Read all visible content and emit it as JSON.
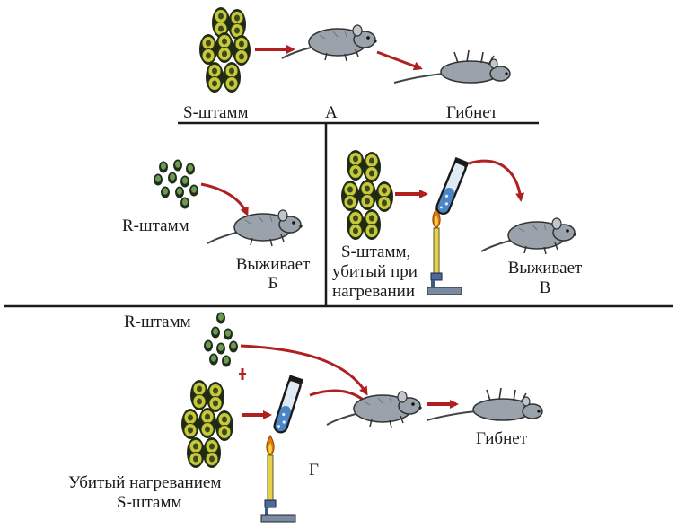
{
  "panel_a": {
    "letter": "А",
    "strain_label": "S-штамм",
    "outcome": "Гибнет"
  },
  "panel_b": {
    "letter": "Б",
    "strain_label": "R-штамм",
    "outcome": "Выживает"
  },
  "panel_v": {
    "letter": "В",
    "strain_label_line1": "S-штамм,",
    "strain_label_line2": "убитый при",
    "strain_label_line3": "нагревании",
    "outcome": "Выживает"
  },
  "panel_g": {
    "letter": "Г",
    "r_label": "R-штамм",
    "plus": "+",
    "killed_label_line1": "Убитый нагреванием",
    "killed_label_line2": "S-штамм",
    "outcome": "Гибнет"
  },
  "colors": {
    "arrow": "#b02020",
    "bacteria_s": "#c8c83a",
    "bacteria_r": "#3f6a3a",
    "mouse": "#9aa3ab",
    "divider": "#1a1a1a",
    "flame": "#e07a10",
    "tube": "#4a86c6"
  }
}
